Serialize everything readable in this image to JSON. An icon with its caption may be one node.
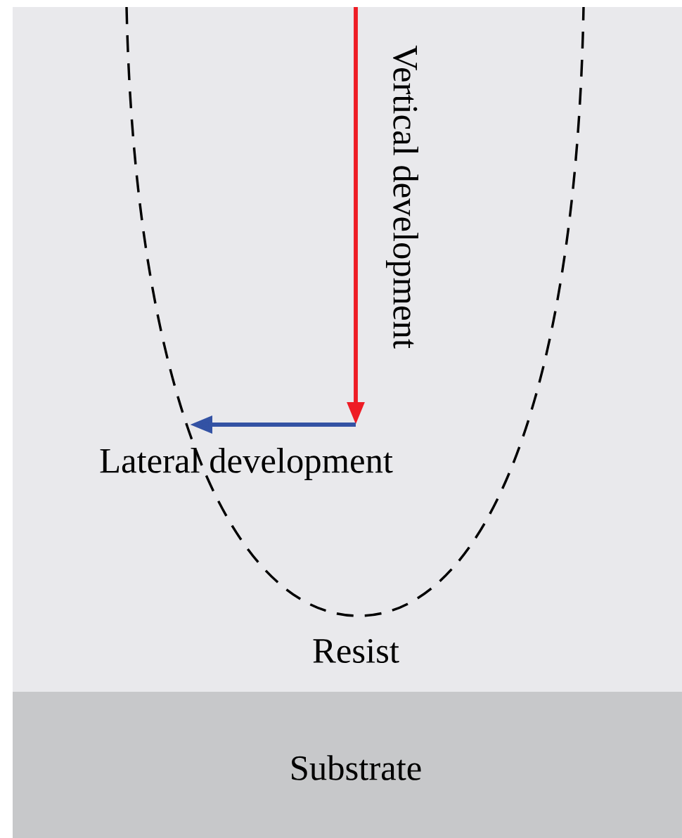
{
  "diagram": {
    "nodes": [
      {
        "text": [
          "Resist"
        ]
      },
      {
        "text": [
          "Substrate"
        ]
      }
    ],
    "labels": [
      "Vertical development",
      "Lateral development"
    ]
  }
}
